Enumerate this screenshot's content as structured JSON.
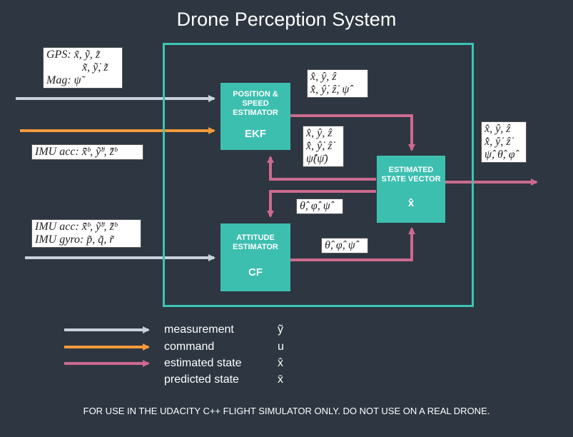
{
  "title": "Drone Perception System",
  "blocks": {
    "ekf": {
      "name": "POSITION & SPEED ESTIMATOR",
      "abbr": "EKF"
    },
    "cf": {
      "name": "ATTITUDE ESTIMATOR",
      "abbr": "CF"
    },
    "state": {
      "name": "ESTIMATED STATE VECTOR",
      "symbol": "x̂"
    }
  },
  "inputs": {
    "gps_line1": "GPS:  x̃, ỹ, z̃",
    "gps_line2": "x̃̇, ỹ̇, z̃̇",
    "mag": "Mag: ψ̃",
    "imu_acc_ekf": "IMU acc:  x̃̈ᵇ, ỹ̈ᵇ, z̃̈ᵇ",
    "imu_acc_cf": "IMU acc:  x̃̈ᵇ, ỹ̈ᵇ, z̃̈ᵇ",
    "imu_gyro_cf": "IMU gyro:  p̃, q̃, r̃"
  },
  "signals": {
    "ekf_out_1": "x̂, ŷ, ẑ",
    "ekf_out_2": "x̂̇, ŷ̇, ẑ̇, ψ̂",
    "fb_ekf_1": "x̂, ŷ, ẑ",
    "fb_ekf_2": "x̂̇, ŷ̇, ẑ̇",
    "fb_ekf_3": "ψ̂(ψ̄)",
    "fb_cf": "θ̂, φ̂, ψ̂",
    "cf_out": "θ̂, φ̂, ψ̂",
    "out_1": "x̂, ŷ, ẑ",
    "out_2": "x̂̇, ŷ̇, ẑ̇",
    "out_3": "ψ̂, θ̂, φ̂"
  },
  "legend": [
    {
      "label": "measurement",
      "symbol": "ỹ",
      "color": "#c9d1da"
    },
    {
      "label": "command",
      "symbol": "u",
      "color": "#f59a3c"
    },
    {
      "label": "estimated state",
      "symbol": "x̂",
      "color": "#cc6a8e"
    },
    {
      "label": "predicted state",
      "symbol": "x̄",
      "color": ""
    }
  ],
  "footer": "FOR USE IN THE UDACITY C++ FLIGHT SIMULATOR ONLY. DO NOT USE ON A REAL DRONE.",
  "colors": {
    "measurement": "#c9d1da",
    "command": "#f59a3c",
    "estimate": "#cc6a8e",
    "block": "#3dbfb0",
    "border": "#3dc4b4",
    "background": "#2d3641"
  }
}
